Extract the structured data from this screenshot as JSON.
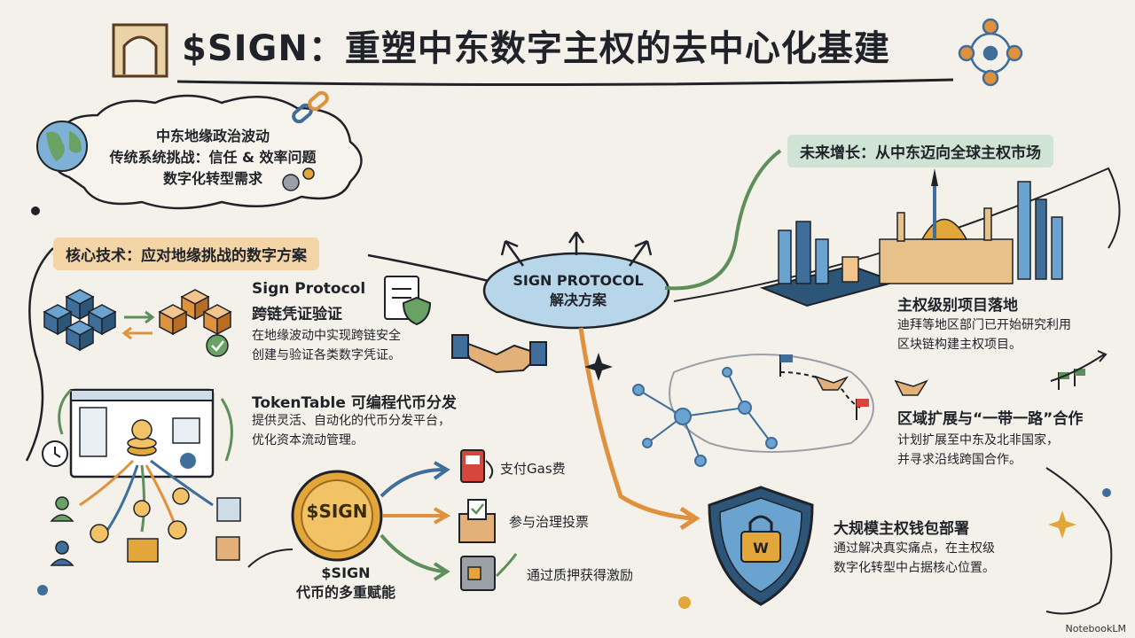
{
  "title": "$SIGN：重塑中东数字主权的去中心化基建",
  "cloud": {
    "line1": "中东地缘政治波动",
    "line2": "传统系统挑战：信任 & 效率问题",
    "line3": "数字化转型需求"
  },
  "core_tech": {
    "banner": "核心技术：应对地缘挑战的数字方案",
    "sign_protocol": {
      "title1": "Sign Protocol",
      "title2": "跨链凭证验证",
      "desc1": "在地缘波动中实现跨链安全",
      "desc2": "创建与验证各类数字凭证。"
    },
    "tokentable": {
      "title": "TokenTable 可编程代币分发",
      "desc1": "提供灵活、自动化的代币分发平台，",
      "desc2": "优化资本流动管理。"
    }
  },
  "center_node": {
    "line1": "SIGN PROTOCOL",
    "line2": "解决方案"
  },
  "token": {
    "coin_label": "$SIGN",
    "caption1": "$SIGN",
    "caption2": "代币的多重赋能",
    "utilities": [
      "支付Gas费",
      "参与治理投票",
      "通过质押获得激励"
    ]
  },
  "future": {
    "banner": "未来增长：从中东迈向全球主权市场",
    "items": [
      {
        "title": "主权级别项目落地",
        "desc1": "迪拜等地区部门已开始研究利用",
        "desc2": "区块链构建主权项目。"
      },
      {
        "title": "区域扩展与“一带一路”合作",
        "desc1": "计划扩展至中东及北非国家，",
        "desc2": "并寻求沿线跨国合作。"
      },
      {
        "title": "大规模主权钱包部署",
        "desc1": "通过解决真实痛点，在主权级",
        "desc2": "数字化转型中占据核心位置。"
      }
    ]
  },
  "icons": [
    "arch-window-icon",
    "network-people-icon",
    "globe-icon",
    "chain-link-icon",
    "gear-icon",
    "blockchain-cubes-icon",
    "document-shield-icon",
    "handshake-icon",
    "dashboard-icon",
    "coin-icon",
    "fuel-pump-icon",
    "ballot-box-icon",
    "safe-icon",
    "city-skyline-icon",
    "map-network-icon",
    "shield-wallet-icon",
    "flag-icon",
    "sparkle-icon"
  ],
  "colors": {
    "background": "#f4f1ea",
    "accent_orange": "#e0913e",
    "accent_blue": "#3f6e9a",
    "accent_green": "#5e8f5a",
    "coin_gold": "#e3a63b"
  },
  "watermark": "NotebookLM"
}
